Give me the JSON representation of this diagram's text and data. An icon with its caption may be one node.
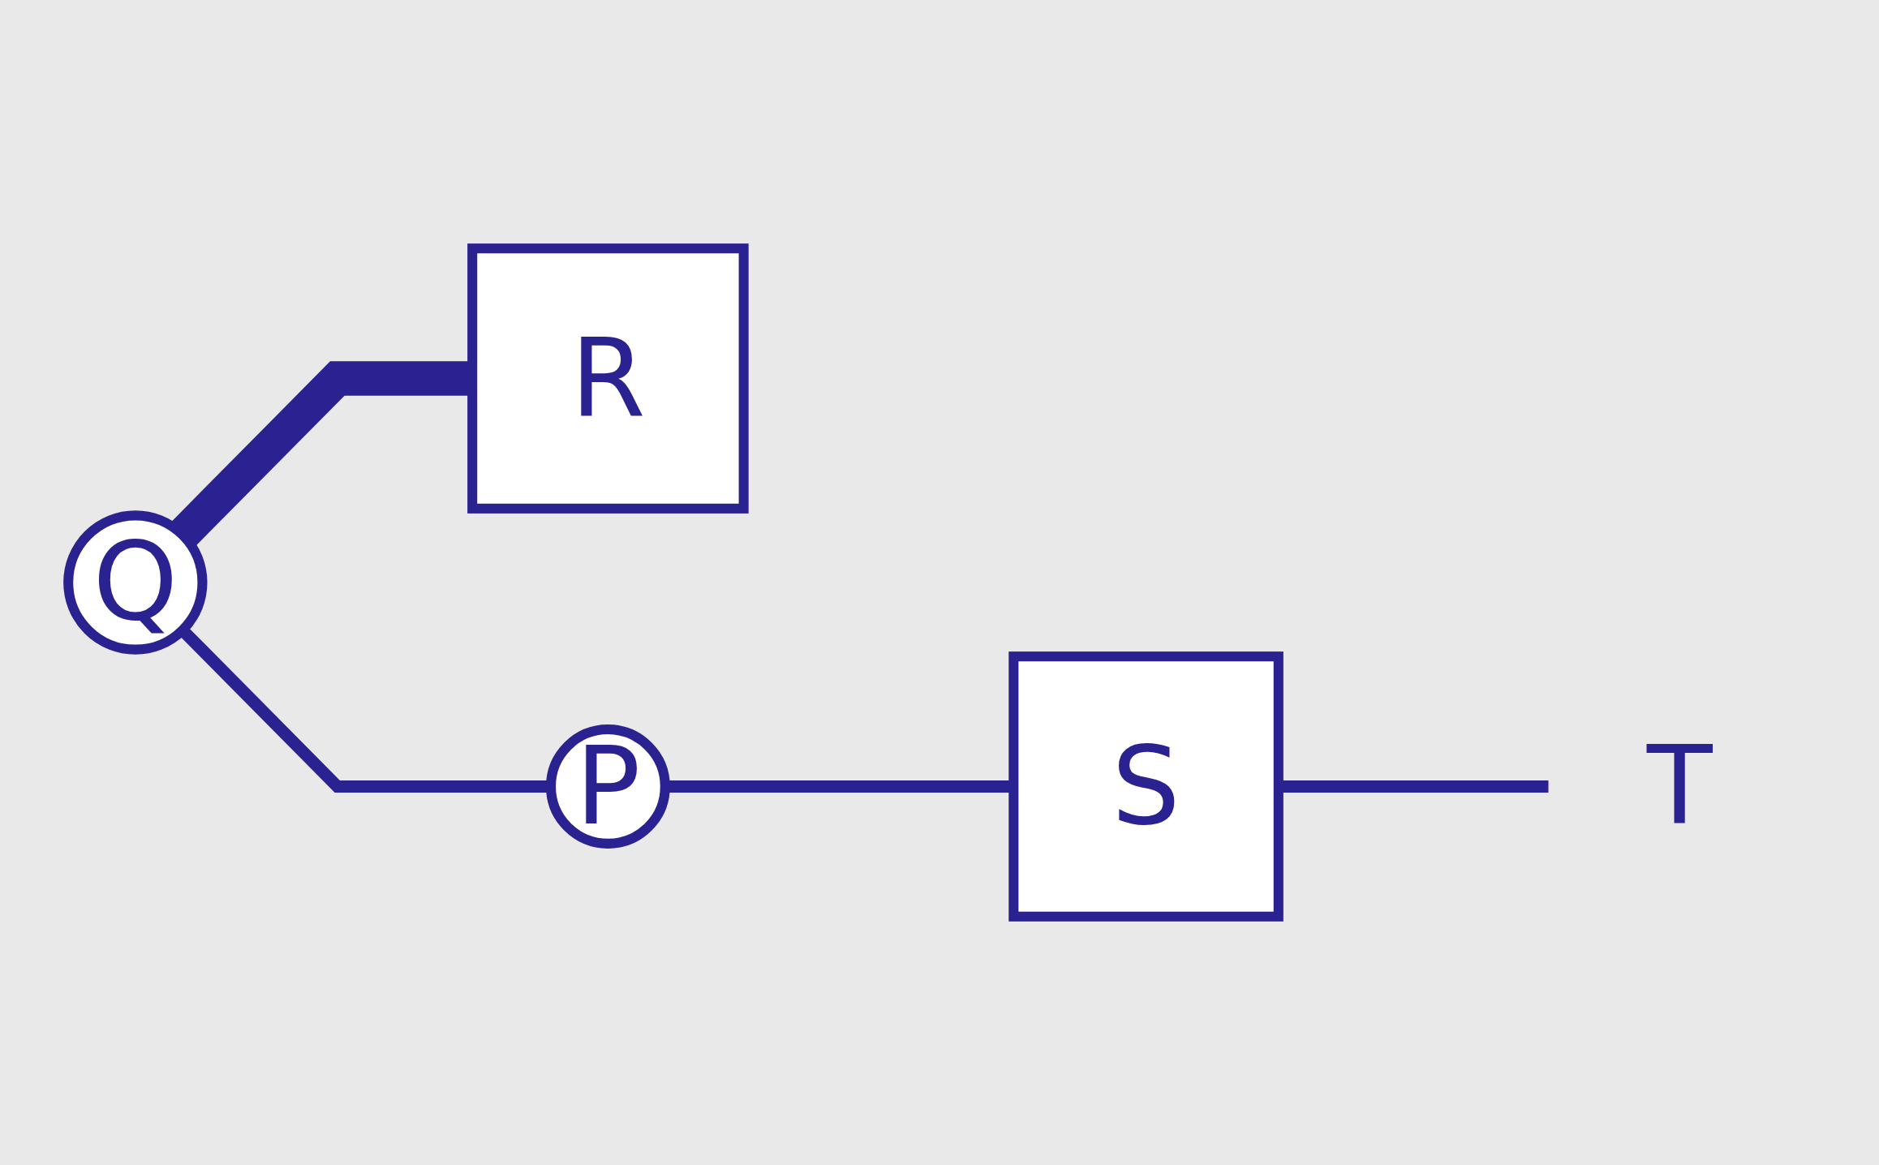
{
  "diagram": {
    "nodes": [
      {
        "text": [
          "Q"
        ]
      },
      {
        "text": [
          "R"
        ]
      },
      {
        "text": [
          "P"
        ]
      },
      {
        "text": [
          "S"
        ]
      },
      {
        "text": [
          "T"
        ]
      }
    ],
    "edges": [
      {
        "from": 0,
        "to": 1,
        "arrow": "none",
        "style": "thick"
      },
      {
        "from": 0,
        "to": 2,
        "arrow": "none"
      },
      {
        "from": 2,
        "to": 3,
        "arrow": "none"
      },
      {
        "from": 3,
        "to": 4,
        "arrow": "none"
      }
    ]
  }
}
